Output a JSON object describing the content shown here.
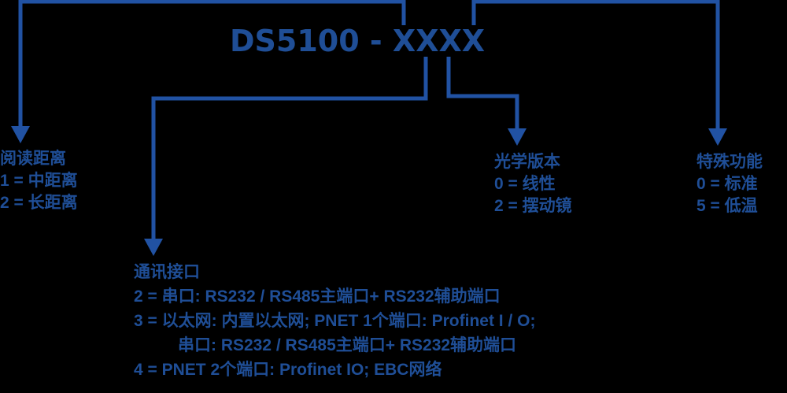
{
  "title": "DS5100 - XXXX",
  "colors": {
    "line": "#2152a3",
    "text": "#1f4e96",
    "background": "#000000"
  },
  "groups": {
    "read_distance": {
      "heading": "阅读距离",
      "options": [
        "1 = 中距离",
        "2 = 长距离"
      ]
    },
    "comm_interface": {
      "heading": "通讯接口",
      "options": [
        "2 = 串口: RS232 / RS485主端口+ RS232辅助端口",
        "3 = 以太网: 内置以太网;  PNET 1个端口:  Profinet I / O;",
        "串口:  RS232 / RS485主端口+ RS232辅助端口",
        "4 = PNET 2个端口:  Profinet IO;  EBC网络"
      ]
    },
    "optics_version": {
      "heading": "光学版本",
      "options": [
        "0 =  线性",
        "2 =  摆动镜"
      ]
    },
    "special_function": {
      "heading": "特殊功能",
      "options": [
        "0 =  标准",
        "5 =  低温"
      ]
    }
  }
}
